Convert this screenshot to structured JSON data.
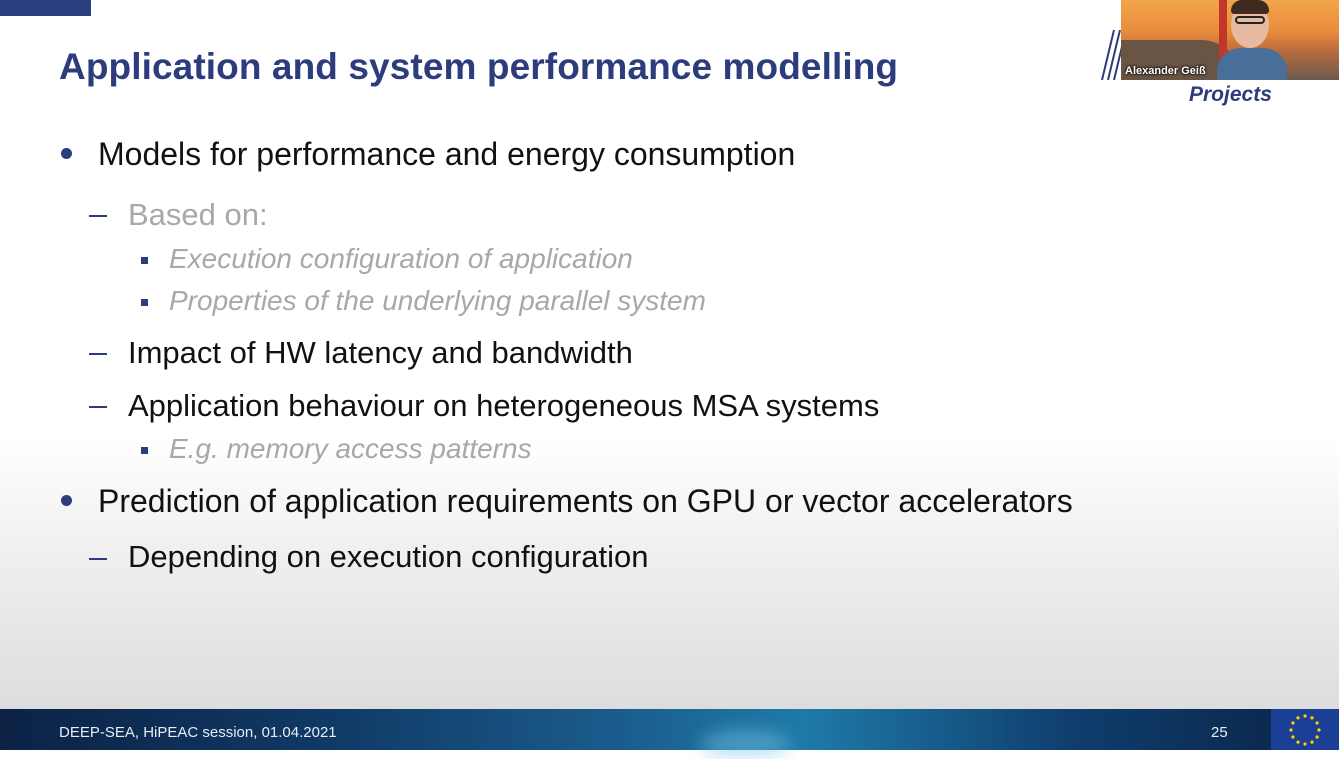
{
  "slide": {
    "title": "Application and system performance modelling",
    "bullets": [
      {
        "text": "Models for performance and energy consumption"
      },
      {
        "text": "Based on:"
      },
      {
        "text": "Execution configuration of application"
      },
      {
        "text": "Properties of the underlying parallel system"
      },
      {
        "text": "Impact of HW latency and bandwidth"
      },
      {
        "text": "Application behaviour on heterogeneous MSA systems"
      },
      {
        "text": "E.g. memory access patterns"
      },
      {
        "text": "Prediction of application requirements on GPU or vector accelerators"
      },
      {
        "text": "Depending on execution configuration"
      }
    ],
    "section_label": "Projects"
  },
  "video": {
    "participant_name": "Alexander Geiß"
  },
  "footer": {
    "text": "DEEP-SEA, HiPEAC session, 01.04.2021",
    "page_number": "25"
  },
  "colors": {
    "title": "#2c3c7c",
    "body_text": "#111111",
    "muted_text": "#a8a8a8",
    "footer_bg": "#103a66",
    "eu_flag": "#1b3f94"
  },
  "icons": {
    "eu_flag": "eu-flag-icon",
    "bullet": "bullet-dot",
    "dash": "dash-bullet",
    "square": "square-bullet"
  }
}
